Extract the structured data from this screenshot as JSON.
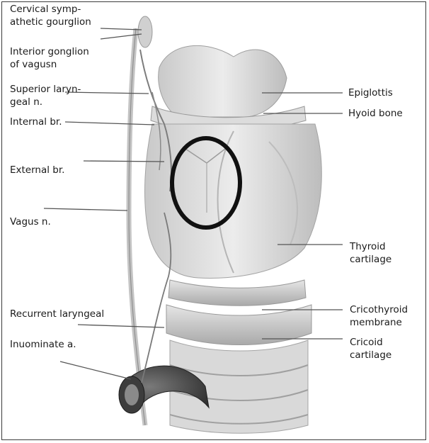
{
  "labels": {
    "cervical": "Cervical symp-\nathetic gourglion",
    "interior": "Interior gonglion\nof vagusn",
    "superior": "Superior laryn-\ngeal n.",
    "internal": "Internal br.",
    "external": "External br.",
    "vagus": "Vagus n.",
    "recurrent": "Recurrent laryngeal",
    "innominate": "Inuominate a.",
    "epiglottis": "Epiglottis",
    "hyoid": "Hyoid bone",
    "thyroid": "Thyroid\ncartilage",
    "cricothyroid": "Cricothyroid\nmembrane",
    "cricoid": "Cricoid\ncartilage"
  }
}
